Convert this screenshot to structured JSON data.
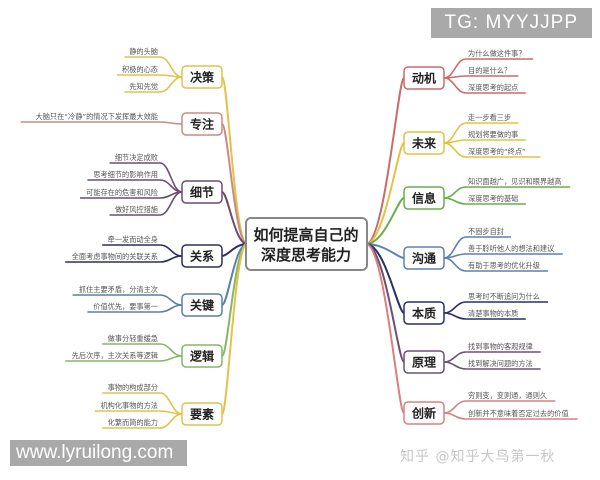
{
  "center": {
    "line1": "如何提高自己的",
    "line2": "深度思考能力",
    "color": "#888888"
  },
  "left_branches": [
    {
      "label": "决策",
      "color": "#e3c14a",
      "items": [
        "静的头脑",
        "积极的心态",
        "先知先觉"
      ]
    },
    {
      "label": "专注",
      "color": "#c98c82",
      "items": [
        "大脑只在“冷静”的情况下发挥最大效能"
      ]
    },
    {
      "label": "细节",
      "color": "#6a4e6c",
      "items": [
        "细节决定成败",
        "思考细节的影响作用",
        "可能存在的危害和风险",
        "做好风控措施"
      ]
    },
    {
      "label": "关系",
      "color": "#2e2f5c",
      "items": [
        "牵一发而动全身",
        "全面考虑事物间的关联关系"
      ]
    },
    {
      "label": "关键",
      "color": "#5c7fa6",
      "items": [
        "抓住主要矛盾，分清主次",
        "价值优先，要事第一"
      ]
    },
    {
      "label": "逻辑",
      "color": "#86b767",
      "items": [
        "做事分轻重缓急",
        "先后次序，主次关系等逻辑"
      ]
    },
    {
      "label": "要素",
      "color": "#e3c14a",
      "items": [
        "事物的构成部分",
        "机构化事物的方法",
        "化繁而简的能力"
      ]
    }
  ],
  "right_branches": [
    {
      "label": "动机",
      "color": "#c96b6b",
      "items": [
        "为什么做这件事？",
        "目的是什么？",
        "深度思考的起点"
      ]
    },
    {
      "label": "未来",
      "color": "#e6c043",
      "items": [
        "走一步看三步",
        "规划将要做的事",
        "深度思考的“终点”"
      ]
    },
    {
      "label": "信息",
      "color": "#6aae4c",
      "items": [
        "知识面越广，见识和眼界越高",
        "深度思考的基础"
      ]
    },
    {
      "label": "沟通",
      "color": "#5b82b0",
      "items": [
        "不固步自封",
        "善于聆听他人的想法和建议",
        "有助于思考的优化升级"
      ]
    },
    {
      "label": "本质",
      "color": "#2d2f6a",
      "items": [
        "思考时不断追问为什么",
        "清楚事物的本质"
      ]
    },
    {
      "label": "原理",
      "color": "#6b5070",
      "items": [
        "找到事物的客观规律",
        "找到解决问题的方法"
      ]
    },
    {
      "label": "创新",
      "color": "#d98080",
      "items": [
        "穷则变，变则通，通则久",
        "创新并不意味着否定过去的价值"
      ]
    }
  ],
  "overlays": {
    "tg": "TG: MYYJJPP",
    "site": "www.lyruilong.com",
    "watermark": "知乎 @知乎大鸟第一秋"
  }
}
